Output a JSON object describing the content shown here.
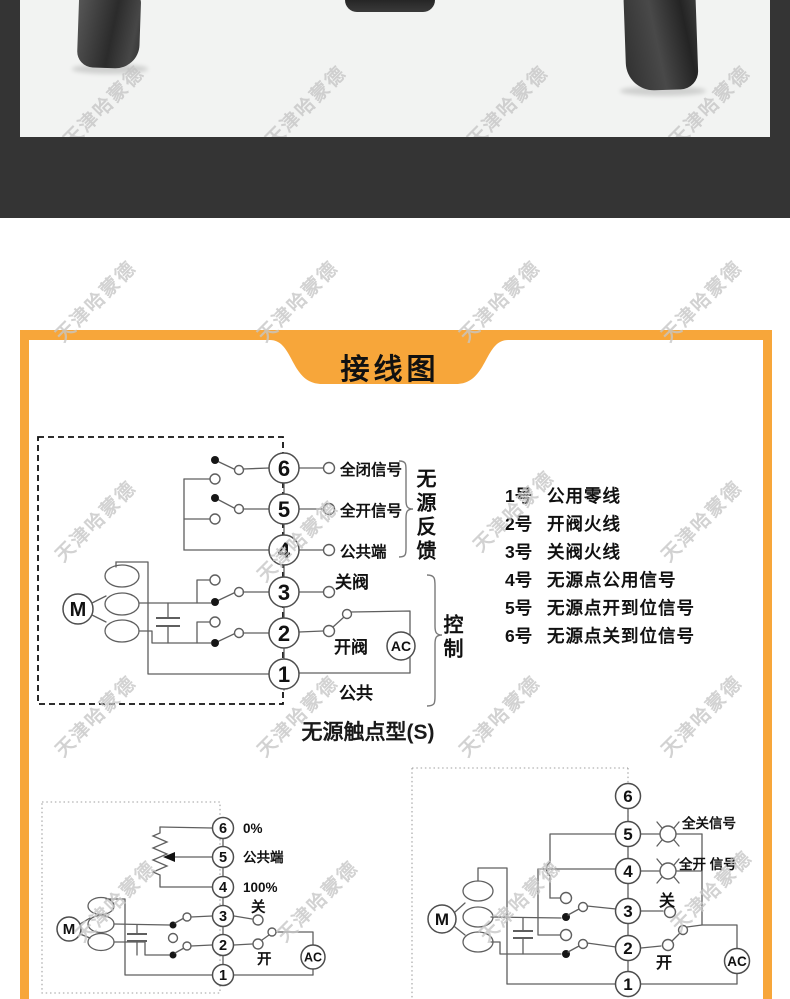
{
  "colors": {
    "accent_orange": "#F7A63A",
    "band_dark": "#343434",
    "photo_bg": "#f2f3f2",
    "line_gray": "#5f5f5f",
    "watermark_gray": "#c6c6c6"
  },
  "watermark": {
    "text": "天津哈蒙德"
  },
  "panel": {
    "title": "接线图"
  },
  "main": {
    "terminals": [
      "6",
      "5",
      "4",
      "3",
      "2",
      "1"
    ],
    "label_t6": "全闭信号",
    "label_t5": "全开信号",
    "label_t4": "公共端",
    "label_t3": "关阀",
    "label_t2": "开阀",
    "label_t1": "公共",
    "bracket_feedback": "无源反馈",
    "bracket_control": "控制",
    "motor": "M",
    "ac": "AC",
    "caption": "无源触点型(S)"
  },
  "terminal_list": {
    "items": [
      {
        "num": "1号",
        "desc": "公用零线"
      },
      {
        "num": "2号",
        "desc": "开阀火线"
      },
      {
        "num": "3号",
        "desc": "关阀火线"
      },
      {
        "num": "4号",
        "desc": "无源点公用信号"
      },
      {
        "num": "5号",
        "desc": "无源点开到位信号"
      },
      {
        "num": "6号",
        "desc": "无源点关到位信号"
      }
    ]
  },
  "bl": {
    "terminals": [
      "6",
      "5",
      "4",
      "3",
      "2",
      "1"
    ],
    "label_t6": "0%",
    "label_t5": "公共端",
    "label_t4": "100%",
    "label_t3": "关",
    "label_t2": "开",
    "motor": "M",
    "ac": "AC"
  },
  "br": {
    "terminals": [
      "6",
      "5",
      "4",
      "3",
      "2",
      "1"
    ],
    "label_t5": "全关信号",
    "label_t4": "全开 信号",
    "label_t3": "关",
    "label_t2": "开",
    "motor": "M",
    "ac": "AC"
  }
}
